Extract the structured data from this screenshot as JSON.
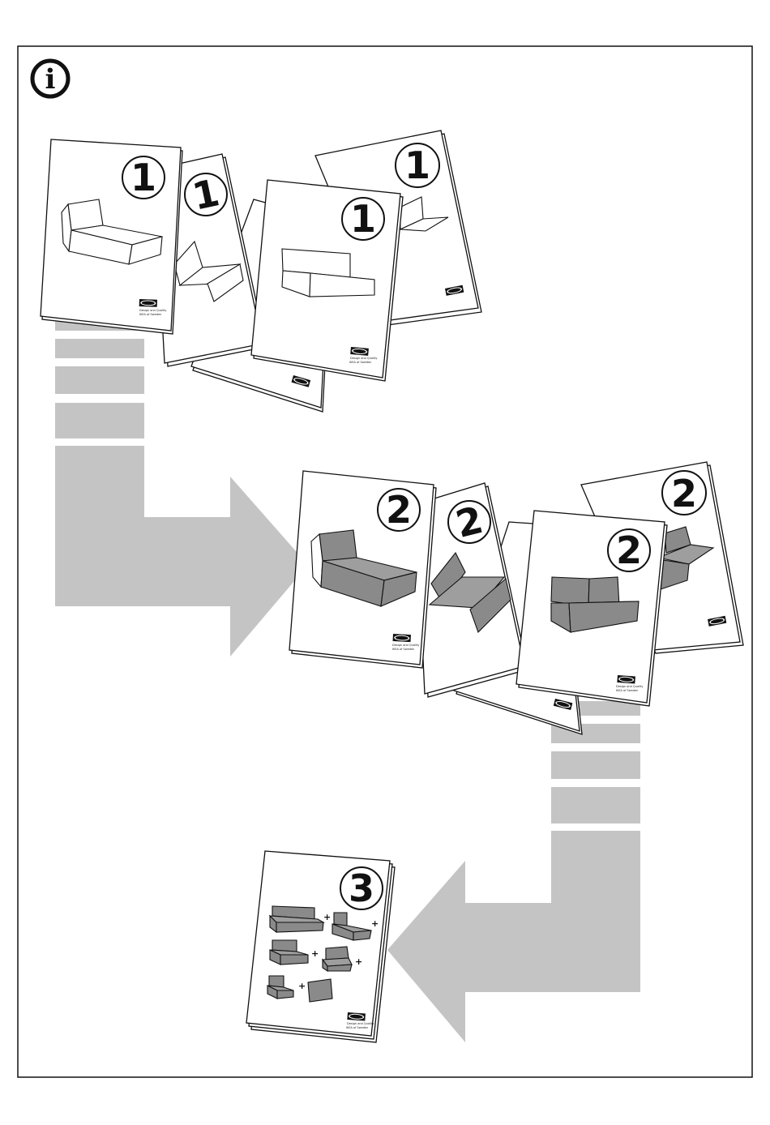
{
  "info_icon": {
    "icon": "info-icon",
    "glyph": "i"
  },
  "booklet_stacks": [
    {
      "step": "1",
      "booklets": [
        "1",
        "1",
        "1",
        "1"
      ]
    },
    {
      "step": "2",
      "booklets": [
        "2",
        "2",
        "2",
        "2"
      ]
    },
    {
      "step": "3",
      "booklets": [
        "3"
      ]
    }
  ],
  "brand": {
    "logo_text": "IKEA",
    "tagline_1": "Design and Quality",
    "tagline_2": "IKEA of Sweden"
  },
  "step3_plus": "+",
  "colors": {
    "arrow": "#c4c4c4",
    "sofa_fill": "#8a8a8a",
    "outline": "#111111"
  }
}
